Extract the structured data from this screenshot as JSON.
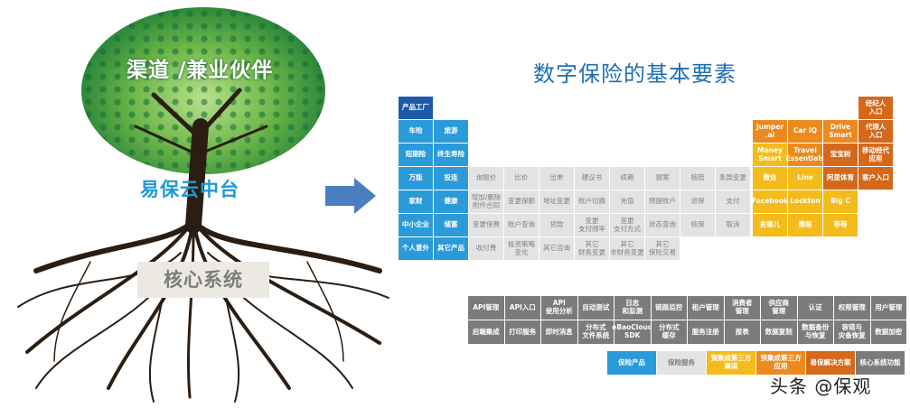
{
  "tree": {
    "canopy_label": "渠道 /兼业伙伴",
    "middle_label": "易保云中台",
    "root_label": "核心系统"
  },
  "main_title": "数字保险的基本要素",
  "colors": {
    "product_factory": "#1a5aa6",
    "insurance_product": "#2a9ad8",
    "insurance_service": "#e3e3e3",
    "third_party_channel": "#f4bb1c",
    "third_party_app": "#ec8a1e",
    "ebao_solution": "#d4691c",
    "core_function": "#7c7b79",
    "arrow": "#4a7ebf"
  },
  "products": {
    "header": "产品工厂",
    "rows": [
      [
        "车险",
        "旅游"
      ],
      [
        "短期险",
        "终生寿险"
      ],
      [
        "万能",
        "投连"
      ],
      [
        "家财",
        "健康"
      ],
      [
        "中小企业",
        "储蓄"
      ],
      [
        "个人意外",
        "其它产品"
      ]
    ]
  },
  "services": {
    "rows": [
      [
        "询报价",
        "比价",
        "出单",
        "建议书",
        "续期",
        "报案",
        "核赔",
        "条款变更"
      ],
      [
        "增加/删除\n附件合同",
        "变更保额",
        "地址变更",
        "账户切换",
        "充值",
        "预提账户",
        "退保",
        "支付"
      ],
      [
        "变更保费",
        "账户查询",
        "贷款",
        "变更\n支付频率",
        "变更\n支付方式",
        "状态查询",
        "核保",
        "取消"
      ],
      [
        "收付费",
        "投资策略\n变化",
        "其它咨询",
        "其它\n财务变更",
        "其它\n非财务变更",
        "其它\n保险交易"
      ]
    ]
  },
  "channels": {
    "top_right": [
      "经纪人\n入口"
    ],
    "rows": [
      [
        "Jumper\n.ai",
        "Car IQ",
        "Drive\nSmart",
        "代理人\n入口"
      ],
      [
        "Money\nSmart",
        "Travel\nEssentials",
        "宝宝树",
        "移动经代\n应用"
      ],
      [
        "微信",
        "Line",
        "阿里体育",
        "客户入口"
      ],
      [
        "Facebook",
        "Lockton",
        "Big C"
      ],
      [
        "去哪儿",
        "携程",
        "等等"
      ]
    ]
  },
  "core_functions": {
    "rows": [
      [
        "API管理",
        "API入口",
        "API\n使用分析",
        "自动测试",
        "日志\n和监测",
        "链路监控",
        "租户管理",
        "消费者\n管理",
        "供应商\n管理",
        "认证",
        "权限管理",
        "用户管理"
      ],
      [
        "后端集成",
        "打印服务",
        "即时消息",
        "分布式\n文件系统",
        "eBaoCloud\nSDK",
        "分布式\n缓存",
        "服务注册",
        "报表",
        "数据复制",
        "数据备份\n与恢复",
        "容错与\n灾备恢复",
        "数据加密"
      ]
    ]
  },
  "legend": [
    {
      "label": "保险产品",
      "key": "insurance_product"
    },
    {
      "label": "保险服务",
      "key": "insurance_service"
    },
    {
      "label": "预集成第三方\n渠道",
      "key": "third_party_channel"
    },
    {
      "label": "预集成第三方\n应用",
      "key": "third_party_app"
    },
    {
      "label": "易保解决方案",
      "key": "ebao_solution"
    },
    {
      "label": "核心系统功能",
      "key": "core_function"
    }
  ],
  "watermark": "头条 @保观"
}
